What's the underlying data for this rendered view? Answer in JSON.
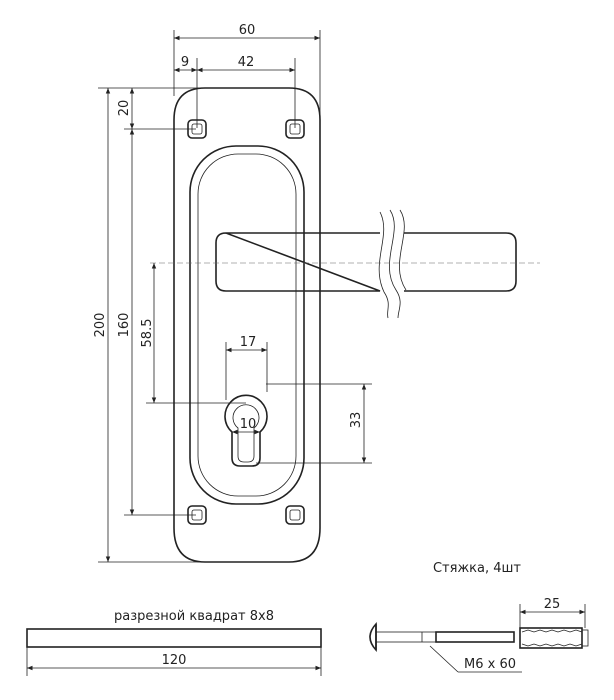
{
  "dimensions": {
    "plate_width": "60",
    "edge_offset": "9",
    "hole_spacing": "42",
    "top_hole_offset": "20",
    "plate_height": "200",
    "hole_pitch": "160",
    "handle_to_key": "58.5",
    "key_width": "17",
    "key_slot_width": "10",
    "key_height": "33"
  },
  "labels": {
    "screw_set": "Стяжка, 4шт",
    "spindle": "разрезной квадрат 8х8",
    "spindle_length": "120",
    "bolt_length": "25",
    "bolt_spec": "M6 x 60"
  }
}
